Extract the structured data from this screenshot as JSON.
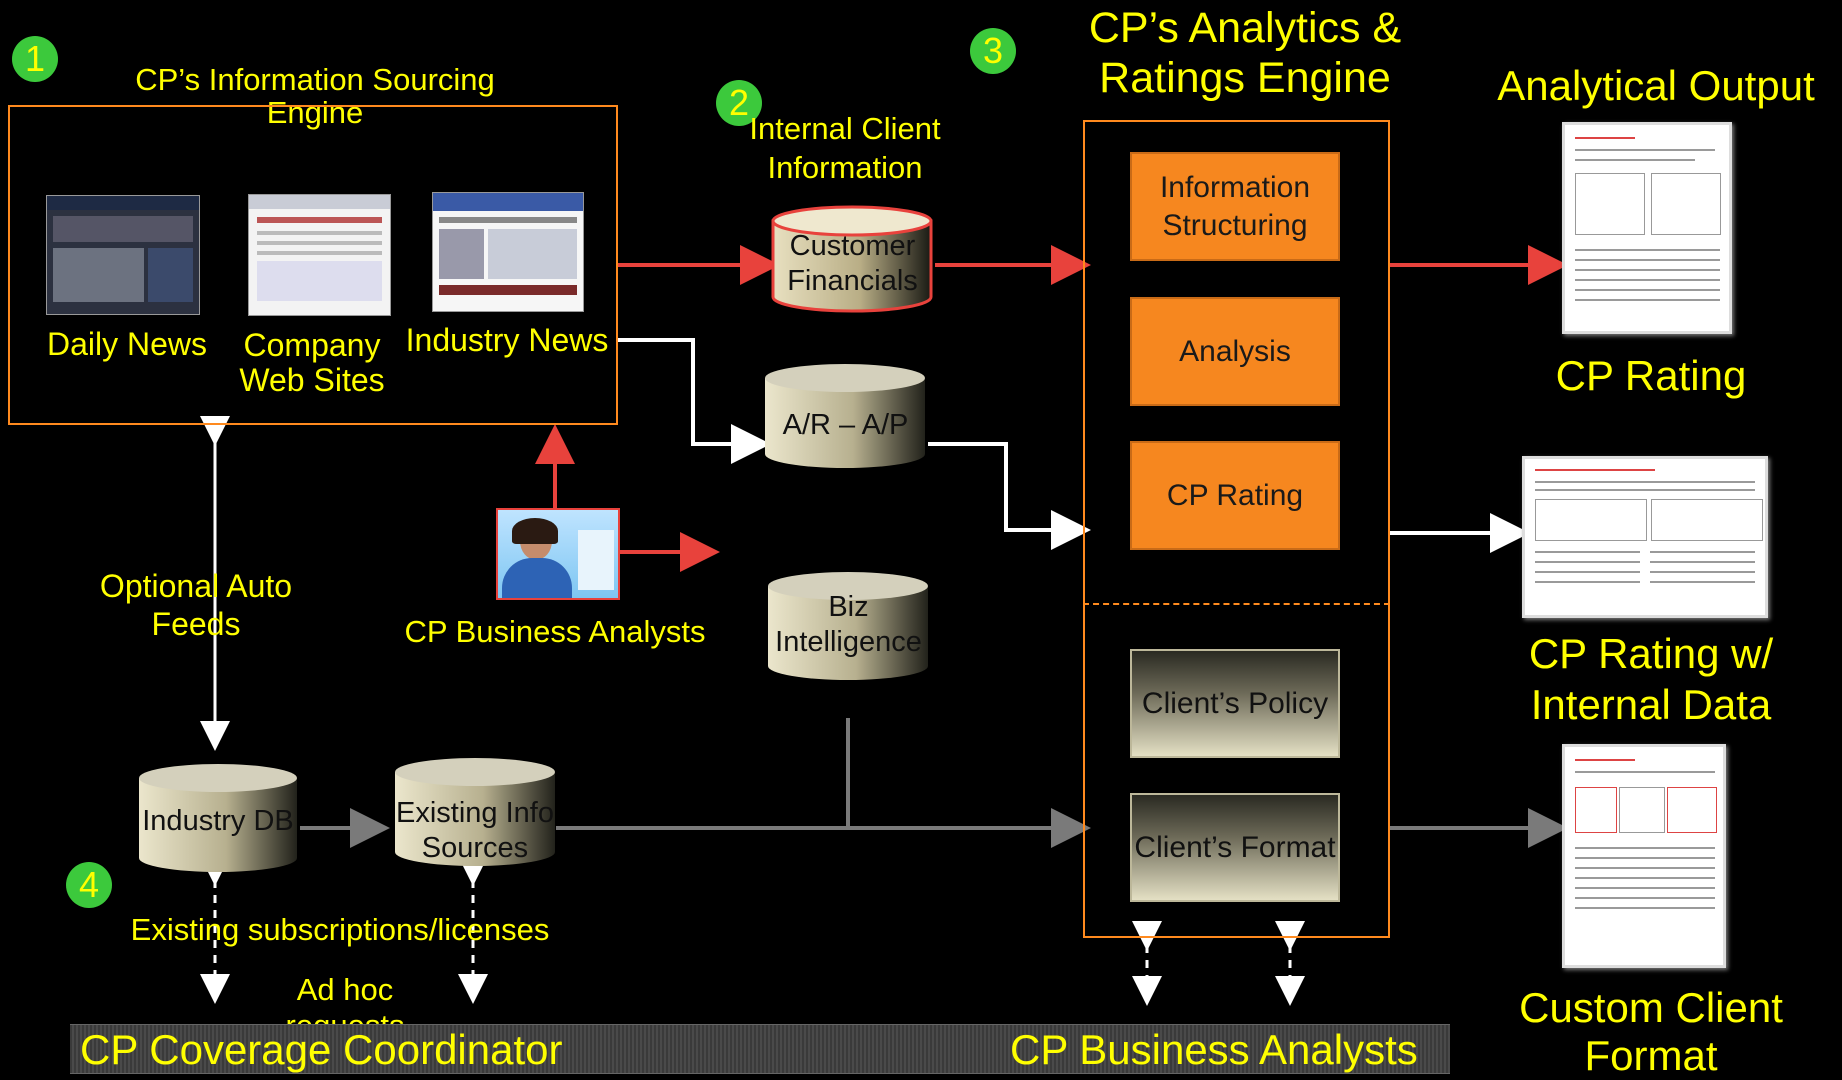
{
  "numbers": {
    "n1": "1",
    "n2": "2",
    "n3": "3",
    "n4": "4"
  },
  "sourcing": {
    "title": "CP’s Information Sourcing Engine",
    "daily_news": "Daily News",
    "company_web": "Company Web Sites",
    "industry_news": "Industry News"
  },
  "internal": {
    "title": "Internal Client  Information"
  },
  "cylinders": {
    "customer_financials": "Customer Financials",
    "ar_ap": "A/R – A/P",
    "biz_intel": "Biz Intelligence",
    "industry_db": "Industry DB",
    "existing_sources": "Existing Info Sources"
  },
  "engine": {
    "title": "CP’s Analytics & Ratings Engine",
    "info_structuring": "Information Structuring",
    "analysis": "Analysis",
    "cp_rating": "CP Rating",
    "client_policy": "Client’s Policy",
    "client_format": "Client’s Format"
  },
  "outputs": {
    "title": "Analytical Output",
    "cp_rating": "CP Rating",
    "cp_rating_internal": "CP Rating w/ Internal Data",
    "custom_format": "Custom Client Format"
  },
  "labels": {
    "optional_feeds": "Optional Auto Feeds",
    "business_analysts_mid": "CP Business Analysts",
    "existing_subscriptions": "Existing subscriptions/licenses",
    "ad_hoc": "Ad hoc requests"
  },
  "banners": {
    "coverage": "CP Coverage Coordinator",
    "analysts": "CP Business Analysts"
  },
  "colors": {
    "accent_yellow": "#ffff00",
    "orange": "#f6871f",
    "red_arrow": "#e8423c",
    "grey_arrow": "#7a7a7a"
  }
}
